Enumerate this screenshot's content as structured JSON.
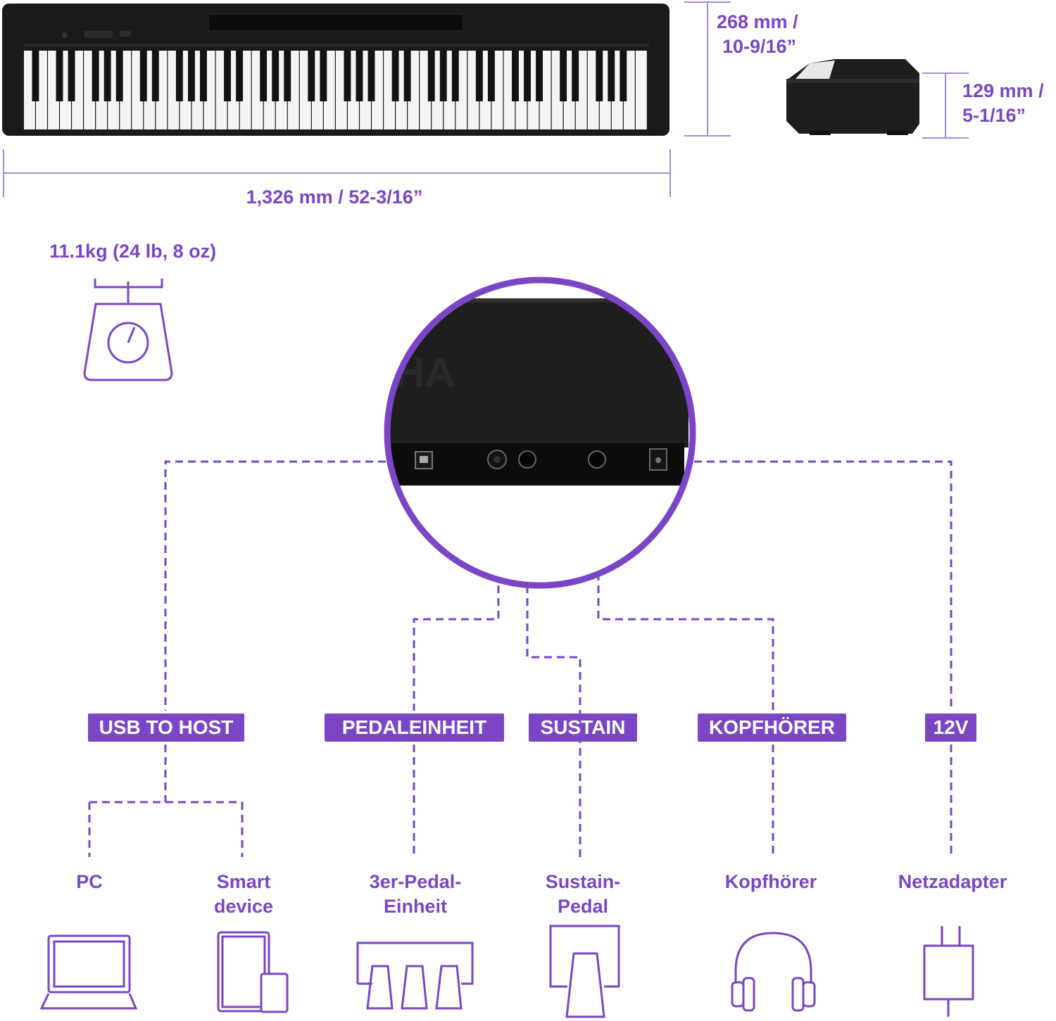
{
  "dimensions": {
    "depth_mm": "268 mm /",
    "depth_in": "10-9/16”",
    "height_mm": "129 mm /",
    "height_in": "5-1/16”",
    "width": "1,326 mm / 52-3/16”",
    "weight": "11.1kg (24 lb, 8 oz)"
  },
  "jacks": [
    {
      "label": "USB TO HOST"
    },
    {
      "label": "PEDALEINHEIT"
    },
    {
      "label": "SUSTAIN"
    },
    {
      "label": "KOPFHÖRER"
    },
    {
      "label": "12V"
    }
  ],
  "devices": [
    {
      "line1": "PC",
      "line2": "",
      "icon": "laptop-icon"
    },
    {
      "line1": "Smart",
      "line2": "device",
      "icon": "smart-device-icon"
    },
    {
      "line1": "3er-Pedal-",
      "line2": "Einheit",
      "icon": "pedal-unit-icon"
    },
    {
      "line1": "Sustain-",
      "line2": "Pedal",
      "icon": "sustain-pedal-icon"
    },
    {
      "line1": "Kopfhörer",
      "line2": "",
      "icon": "headphones-icon"
    },
    {
      "line1": "Netzadapter",
      "line2": "",
      "icon": "power-adapter-icon"
    }
  ],
  "colors": {
    "accent": "#7A46C6",
    "accent_light": "#A88AD8",
    "body": "#1A1A1A"
  }
}
